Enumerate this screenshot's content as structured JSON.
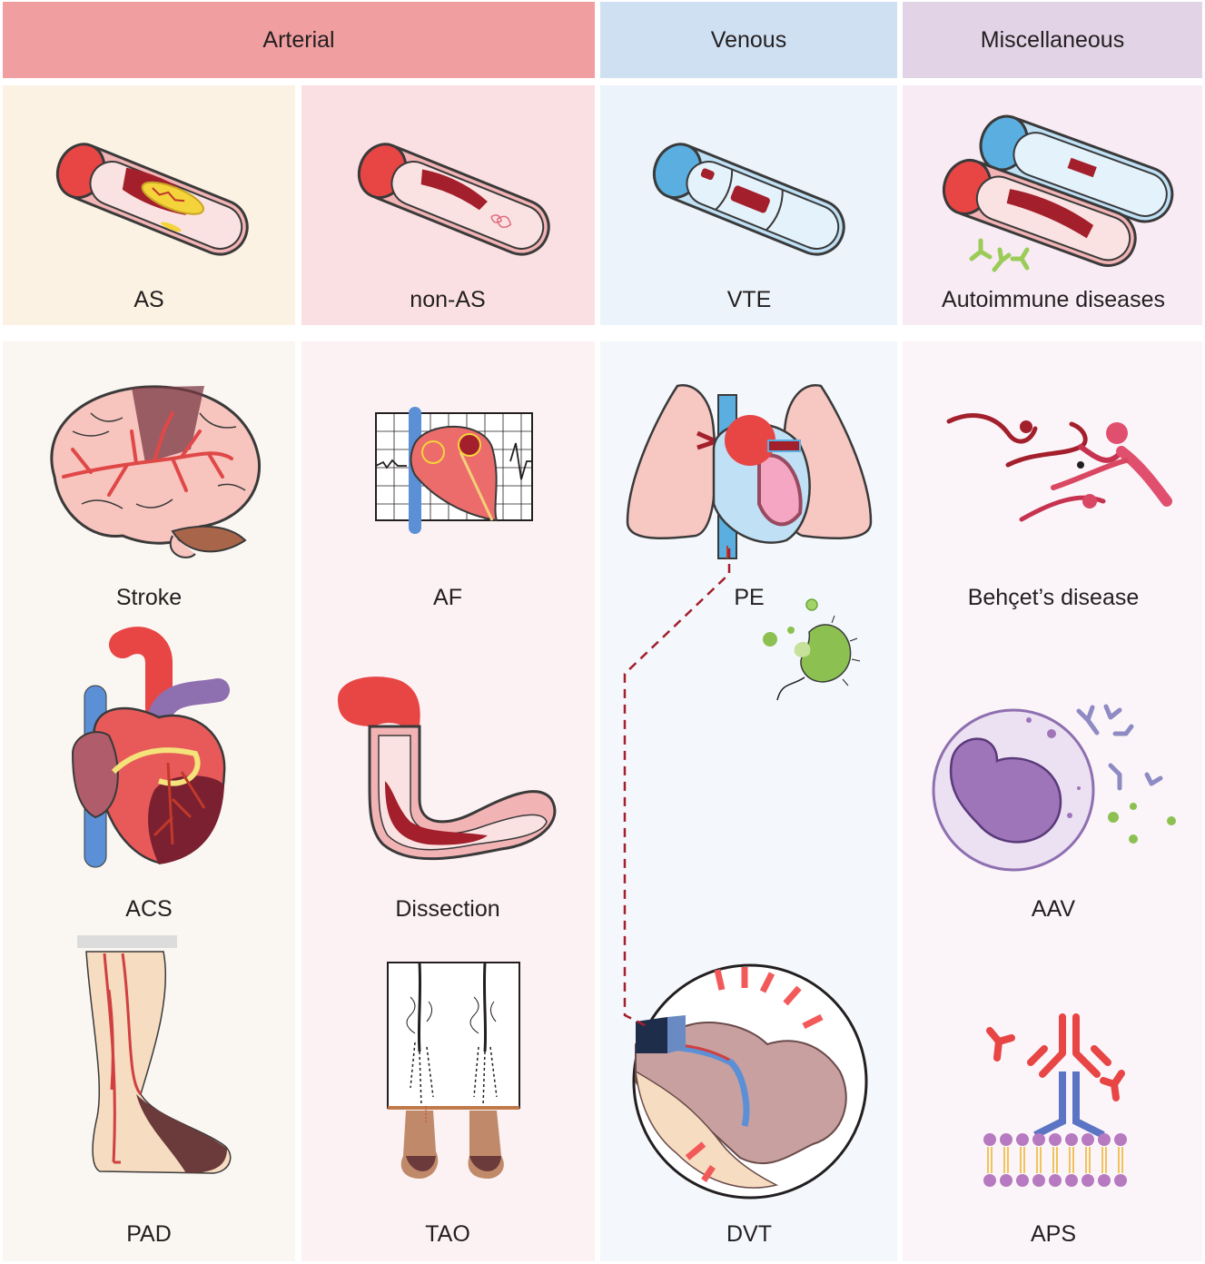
{
  "headers": {
    "arterial": "Arterial",
    "venous": "Venous",
    "misc": "Miscellaneous"
  },
  "categories": {
    "as": "AS",
    "non_as": "non-AS",
    "vte": "VTE",
    "autoimmune": "Autoimmune diseases"
  },
  "diseases": {
    "stroke": "Stroke",
    "af": "AF",
    "pe": "PE",
    "behcet": "Behçet’s disease",
    "acs": "ACS",
    "dissection": "Dissection",
    "aav": "AAV",
    "pad": "PAD",
    "tao": "TAO",
    "dvt": "DVT",
    "aps": "APS"
  },
  "colors": {
    "arterial_header": "#f09ea0",
    "venous_header": "#cfe0f2",
    "misc_header": "#e3d3e6",
    "as_panel": "#fcf2e3",
    "non_as_panel": "#fbe0e3",
    "vte_panel": "#ecf3fb",
    "autoimmune_panel": "#f8ebf3",
    "as_column": "#faf6f2",
    "non_as_column": "#fcf1f3",
    "vte_column": "#f4f8fc",
    "misc_column": "#fbf5f9",
    "artery_red": "#e84545",
    "vein_blue": "#5aaee0",
    "clot": "#a31f2c"
  },
  "icons": {
    "as": "atherosclerotic-artery-icon",
    "non_as": "non-atherosclerotic-artery-icon",
    "vte": "vein-thrombus-icon",
    "autoimmune": "vessel-pair-antibody-icon",
    "stroke": "brain-icon",
    "af": "heart-ecg-icon",
    "pe": "lungs-heart-icon",
    "pathogen": "bacterium-icon",
    "behcet": "aneurysm-vessel-icon",
    "acs": "heart-icon",
    "dissection": "dissected-aorta-icon",
    "aav": "neutrophil-icon",
    "pad": "leg-icon",
    "tao": "feet-angiogram-icon",
    "dvt": "leg-vein-icon",
    "aps": "antibody-membrane-icon"
  }
}
